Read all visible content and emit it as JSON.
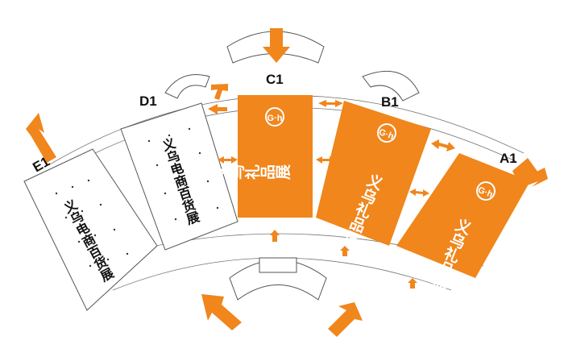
{
  "colors": {
    "accent": "#f0861c",
    "outline": "#555555",
    "text": "#111111"
  },
  "halls": {
    "c1": {
      "code": "C1",
      "name": "义乌礼品展",
      "logo": "G·h"
    },
    "b1": {
      "code": "B1",
      "name": "义乌礼品展",
      "logo": "G·h"
    },
    "a1": {
      "code": "A1",
      "name": "义乌礼品展",
      "logo": "G·h"
    },
    "d1": {
      "code": "D1",
      "name": "义乌电商百货展"
    },
    "e1": {
      "code": "E1",
      "name": "义乌电商百货展"
    }
  },
  "icons": [
    "entrance-arrow-icon",
    "connector-arrow-icon",
    "exhibition-logo-icon"
  ]
}
